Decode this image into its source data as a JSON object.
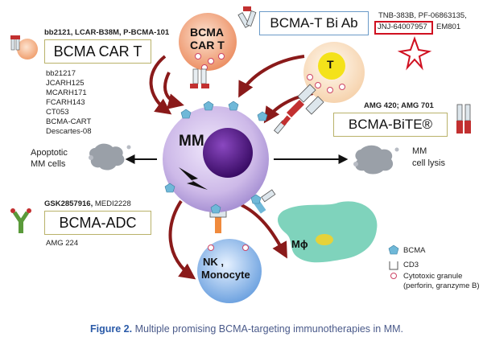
{
  "caption": {
    "label": "Figure 2.",
    "text": "Multiple promising BCMA-targeting immunotherapies in MM."
  },
  "car_t": {
    "products_header": "bb2121, LCAR-B38M, P-BCMA-101",
    "box_label": "BCMA CAR T",
    "list": [
      "bb21217",
      "JCARH125",
      "MCARH171",
      "FCARH143",
      "CT053",
      "BCMA-CART",
      "Descartes-08"
    ],
    "cell_label_1": "BCMA",
    "cell_label_2": "CAR T"
  },
  "bi_ab": {
    "box_label": "BCMA-T Bi Ab",
    "products_line1": "TNB-383B, PF-06863135,",
    "highlighted": "JNJ-64007957",
    "after_highlight": "EM801"
  },
  "bite": {
    "products_header": "AMG 420; AMG 701",
    "box_label": "BCMA-BiTE®"
  },
  "adc": {
    "products_header_bold": "GSK2857916,",
    "products_header_rest": "MEDI2228",
    "box_label": "BCMA-ADC",
    "extra": "AMG 224"
  },
  "cells": {
    "mm": "MM",
    "t_cell": "T",
    "nk_line1": "NK ,",
    "nk_line2": "Monocyte",
    "macrophage": "Mϕ",
    "apoptotic_1": "Apoptotic",
    "apoptotic_2": "MM cells",
    "lysis_1": "MM",
    "lysis_2": "cell lysis"
  },
  "legend": {
    "bcma": "BCMA",
    "cd3": "CD3",
    "granule_1": "Cytotoxic granule",
    "granule_2": "(perforin, granzyme B)"
  },
  "colors": {
    "mm_cell": "#c9b6e6",
    "mm_nucleus": "#4a1a78",
    "car_t_cell": "#f0a47c",
    "t_cell_body": "#fbe7cf",
    "t_cell_nucleus": "#f4e21a",
    "nk_cell": "#7fb0e8",
    "macrophage": "#7fd3bc",
    "arrow": "#8a1a1a",
    "highlight": "#d01020",
    "bcma": "#6fb8d8"
  }
}
